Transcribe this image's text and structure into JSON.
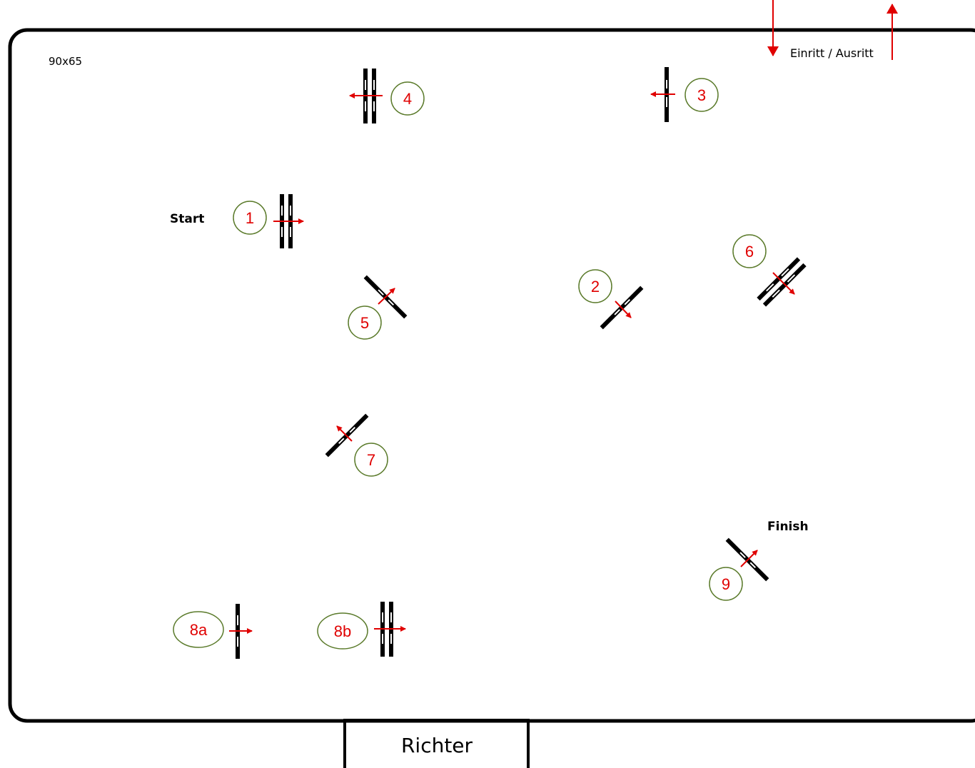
{
  "arena": {
    "size_label": "90x65"
  },
  "entry": {
    "label": "Einritt / Ausritt"
  },
  "start_label": "Start",
  "finish_label": "Finish",
  "judge_label": "Richter",
  "colors": {
    "line": "#000000",
    "arrow": "#e00000",
    "circle": "#5a7a2a",
    "number": "#e00000"
  },
  "obstacles": [
    {
      "id": "1",
      "type": "oxer",
      "direction": "east"
    },
    {
      "id": "2",
      "type": "vertical",
      "direction": "south-east"
    },
    {
      "id": "3",
      "type": "vertical",
      "direction": "west"
    },
    {
      "id": "4",
      "type": "oxer",
      "direction": "west"
    },
    {
      "id": "5",
      "type": "vertical",
      "direction": "north-east"
    },
    {
      "id": "6",
      "type": "oxer",
      "direction": "south-east"
    },
    {
      "id": "7",
      "type": "vertical",
      "direction": "north-west"
    },
    {
      "id": "8a",
      "type": "vertical",
      "direction": "east"
    },
    {
      "id": "8b",
      "type": "oxer",
      "direction": "east"
    },
    {
      "id": "9",
      "type": "vertical",
      "direction": "north-east"
    }
  ]
}
